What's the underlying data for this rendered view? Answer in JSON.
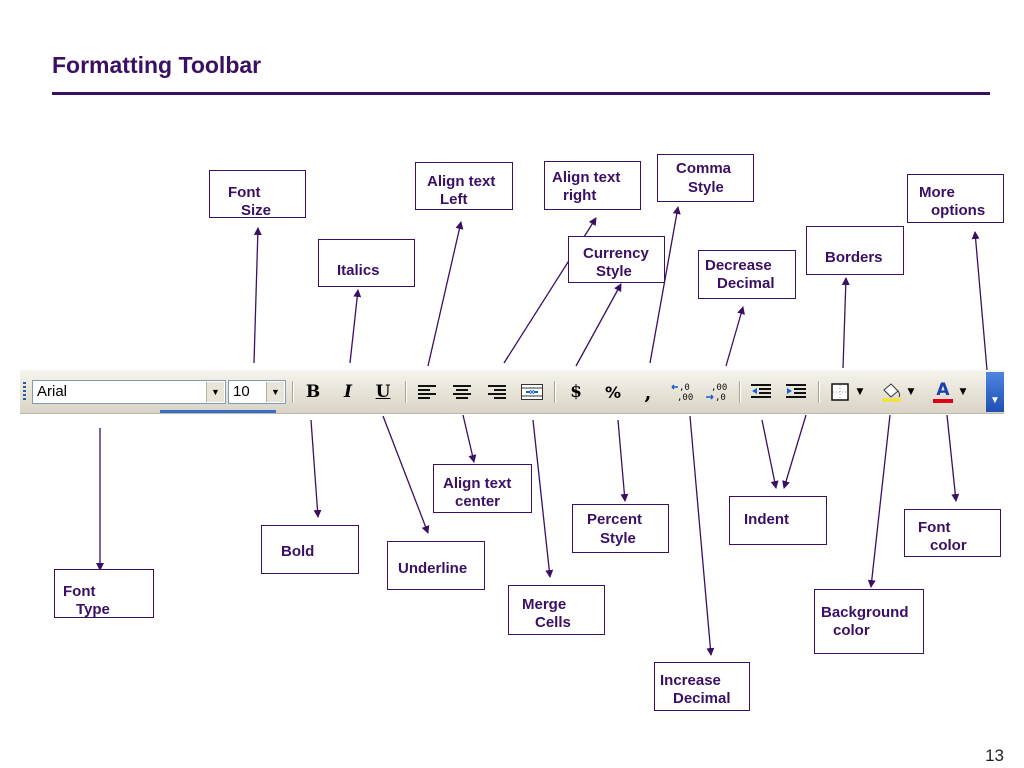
{
  "slide": {
    "title": "Formatting Toolbar",
    "page_number": "13"
  },
  "toolbar": {
    "font_name": "Arial",
    "font_size": "10",
    "bold_glyph": "B",
    "italic_glyph": "I",
    "underline_glyph": "U",
    "currency_glyph": "$",
    "percent_glyph": "%",
    "comma_glyph": ",",
    "increase_decimal_glyph": "←.0 .00",
    "decrease_decimal_glyph": ".00 →.0",
    "font_color_glyph": "A",
    "icons": [
      "grip-icon",
      "chevron-down-icon",
      "bold-icon",
      "italic-icon",
      "underline-icon",
      "align-left-icon",
      "align-center-icon",
      "align-right-icon",
      "merge-cells-icon",
      "currency-icon",
      "percent-icon",
      "comma-icon",
      "increase-decimal-icon",
      "decrease-decimal-icon",
      "decrease-indent-icon",
      "increase-indent-icon",
      "borders-icon",
      "fill-bucket-icon",
      "font-color-icon",
      "toolbar-options-icon"
    ],
    "colors": {
      "font_color_bar": "#e0001a",
      "fill_color_bar": "#f2e14a",
      "options_button": "#1e4fb4"
    }
  },
  "callouts": {
    "font_size": {
      "line1": "Font",
      "line2": "Size"
    },
    "italics": {
      "line1": "Italics",
      "line2": ""
    },
    "align_left": {
      "line1": "Align text",
      "line2": "Left"
    },
    "align_right": {
      "line1": "Align text",
      "line2": "right"
    },
    "currency": {
      "line1": "Currency",
      "line2": "Style"
    },
    "comma": {
      "line1": "Comma",
      "line2": "Style"
    },
    "decrease_decimal": {
      "line1": "Decrease",
      "line2": "Decimal"
    },
    "borders": {
      "line1": "Borders",
      "line2": ""
    },
    "more_options": {
      "line1": "More",
      "line2": "options"
    },
    "font_type": {
      "line1": "Font",
      "line2": "Type"
    },
    "bold": {
      "line1": "Bold",
      "line2": ""
    },
    "underline": {
      "line1": "Underline",
      "line2": ""
    },
    "align_center": {
      "line1": "Align text",
      "line2": "center"
    },
    "merge_cells": {
      "line1": "Merge",
      "line2": "Cells"
    },
    "percent": {
      "line1": "Percent",
      "line2": "Style"
    },
    "increase_decimal": {
      "line1": "Increase",
      "line2": "Decimal"
    },
    "indent": {
      "line1": "Indent",
      "line2": ""
    },
    "font_color": {
      "line1": "Font",
      "line2": "color"
    },
    "background_color": {
      "line1": "Background",
      "line2": "color"
    }
  },
  "colors": {
    "accent": "#3a1063"
  }
}
